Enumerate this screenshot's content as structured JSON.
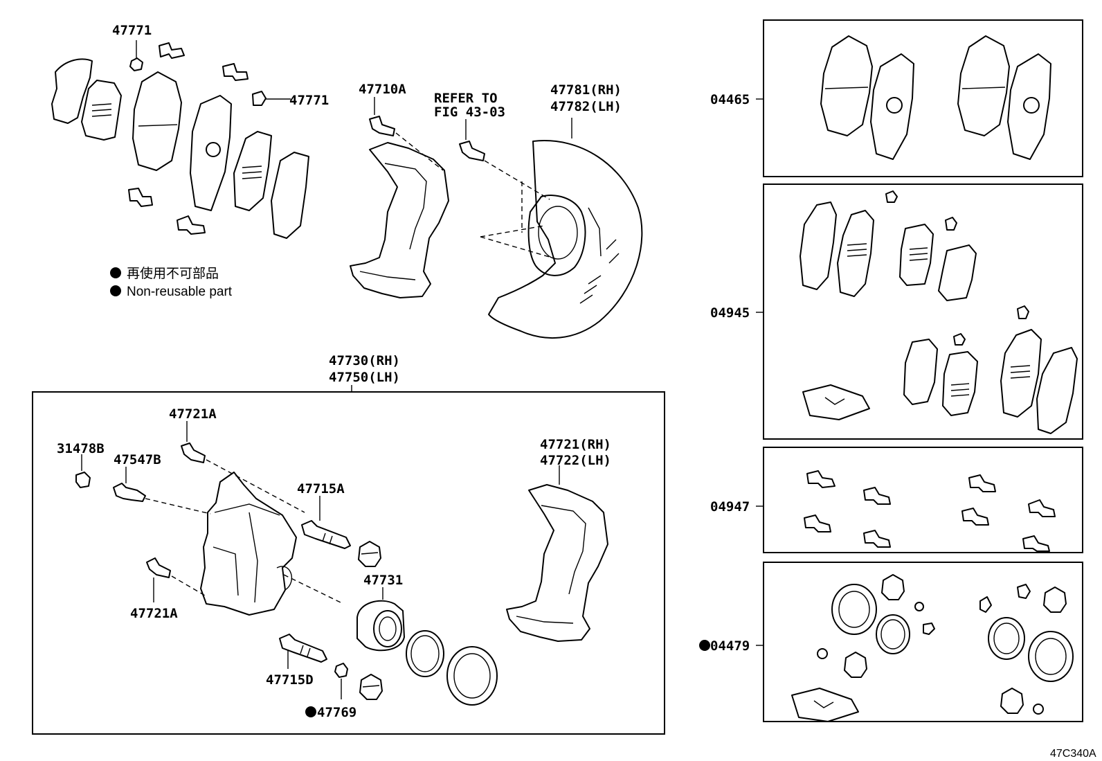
{
  "labels": {
    "p47771_top": "47771",
    "p47771_right": "47771",
    "p47710A": "47710A",
    "refer_line1": "REFER TO",
    "refer_line2": "FIG 43-03",
    "p47781": "47781(RH)",
    "p47782": "47782(LH)",
    "p47730": "47730(RH)",
    "p47750": "47750(LH)",
    "p47721A_top": "47721A",
    "p31478B": "31478B",
    "p47547B": "47547B",
    "p47715A": "47715A",
    "p47721": "47721(RH)",
    "p47722": "47722(LH)",
    "p47731": "47731",
    "p47721A_bottom": "47721A",
    "p47715D": "47715D",
    "p47769": "47769",
    "p04465": "04465",
    "p04945": "04945",
    "p04947": "04947",
    "p04479": "04479"
  },
  "legend": {
    "line_jp": "再使用不可部品",
    "line_en": "Non-reusable part"
  },
  "figure_code": "47C340A",
  "colors": {
    "ink": "#000000",
    "background": "#ffffff"
  }
}
